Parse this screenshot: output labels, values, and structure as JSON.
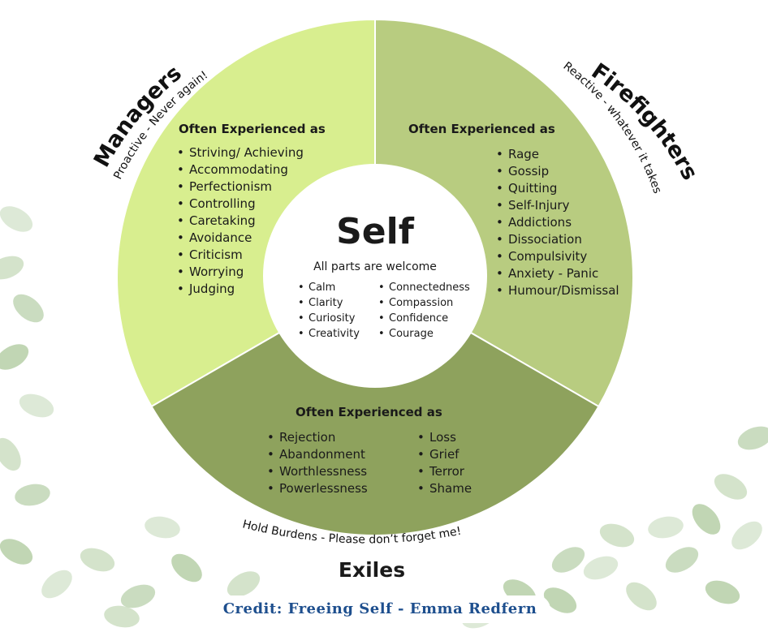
{
  "colors": {
    "managers": "#d8ee8f",
    "firefighters": "#b8cc80",
    "exiles": "#8ea25d",
    "self": "#ffffff",
    "leaf": "#9fc08c",
    "credit_text": "#1e4f8e"
  },
  "managers": {
    "title": "Managers",
    "subtitle": "Proactive - Never again!",
    "heading": "Often Experienced as",
    "items": [
      "Striving/  Achieving",
      "Accommodating",
      "Perfectionism",
      "Controlling",
      "Caretaking",
      "Avoidance",
      "Criticism",
      "Worrying",
      "Judging"
    ]
  },
  "firefighters": {
    "title": "Firefighters",
    "subtitle": "Reactive - whatever it takes",
    "heading": "Often Experienced as",
    "items": [
      "Rage",
      "Gossip",
      "Quitting",
      "Self-Injury",
      "Addictions",
      "Dissociation",
      "Compulsivity",
      "Anxiety - Panic",
      "Humour/Dismissal"
    ]
  },
  "exiles": {
    "title": "Exiles",
    "subtitle": "Hold Burdens - Please don’t forget me!",
    "heading": "Often Experienced as",
    "items_left": [
      "Rejection",
      "Abandonment",
      "Worthlessness",
      "Powerlessness"
    ],
    "items_right": [
      "Loss",
      "Grief",
      "Terror",
      "Shame"
    ]
  },
  "self": {
    "title": "Self",
    "subtitle": "All parts are welcome",
    "items_left": [
      "Calm",
      "Clarity",
      "Curiosity",
      "Creativity"
    ],
    "items_right": [
      "Connectedness",
      "Compassion",
      "Confidence",
      "Courage"
    ]
  },
  "credit": "Credit: Freeing Self - Emma Redfern"
}
